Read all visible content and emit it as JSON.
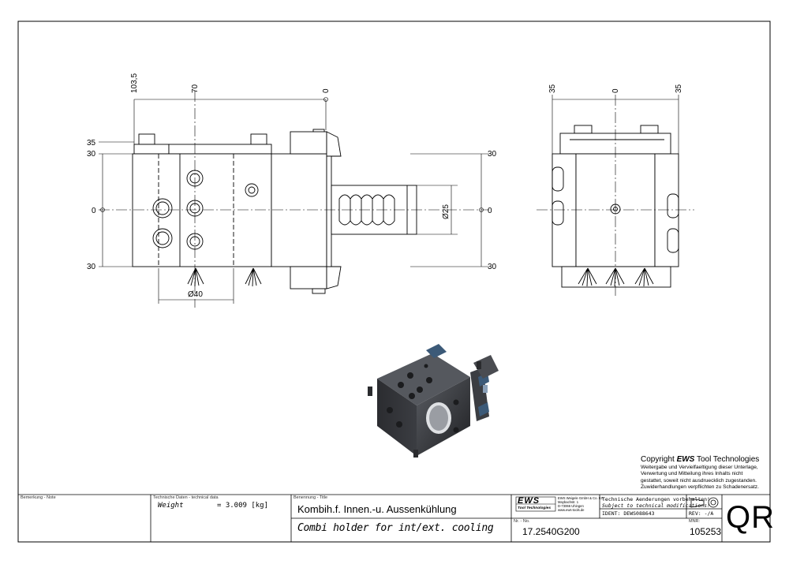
{
  "dimensions_front": {
    "top_left": "103,5",
    "top_mid": "70",
    "top_right": "0",
    "left_35": "35",
    "left_30_top": "30",
    "left_0": "0",
    "left_30_bot": "30",
    "right_30_top": "30",
    "right_0": "0",
    "right_30_bot": "30",
    "dia_25": "Ø25",
    "dia_40": "Ø40"
  },
  "dimensions_side": {
    "left": "35",
    "mid": "0",
    "right": "35"
  },
  "copyright": {
    "prefix": "Copyright ",
    "brand": "EWS",
    "suffix": " Tool Technologies",
    "lines": [
      "Weitergabe und Vervielfaeltigung dieser Unterlage,",
      "Verwertung und Mitteilung ihres Inhalts nicht",
      "gestattet, soweit nicht ausdruecklich zugestanden.",
      "Zuwiderhandlungen verpflichten zu Schadenersatz."
    ]
  },
  "title_block": {
    "remark_label": "Bemerkung - Note",
    "tech_label": "Technische Daten - technical data",
    "weight_label": "Weight",
    "weight_value": "= 3.009 [kg]",
    "title_label": "Benennung - Title",
    "title_de": "Kombih.f. Innen.-u. Aussenkühlung",
    "title_en": "Combi holder for int/ext. cooling",
    "logo": "EWS",
    "logo_sub": "Tool Technologies",
    "address": [
      "EWS Weigele GmbH & Co. KG",
      "Maybachstr. 1",
      "D-73066 Uhingen",
      "www.ews-tools.de"
    ],
    "no_label": "Nr. - No.",
    "part_no": "17.2540G200",
    "notice_de": "Technische Aenderungen vorbehalten!",
    "notice_en": "Subject to technical modifications!",
    "ident": "IDENT: DEWS088643",
    "rev": "REV: -/A",
    "mnr_label": "MNR:",
    "mnr": "105253",
    "qr": "QR"
  }
}
